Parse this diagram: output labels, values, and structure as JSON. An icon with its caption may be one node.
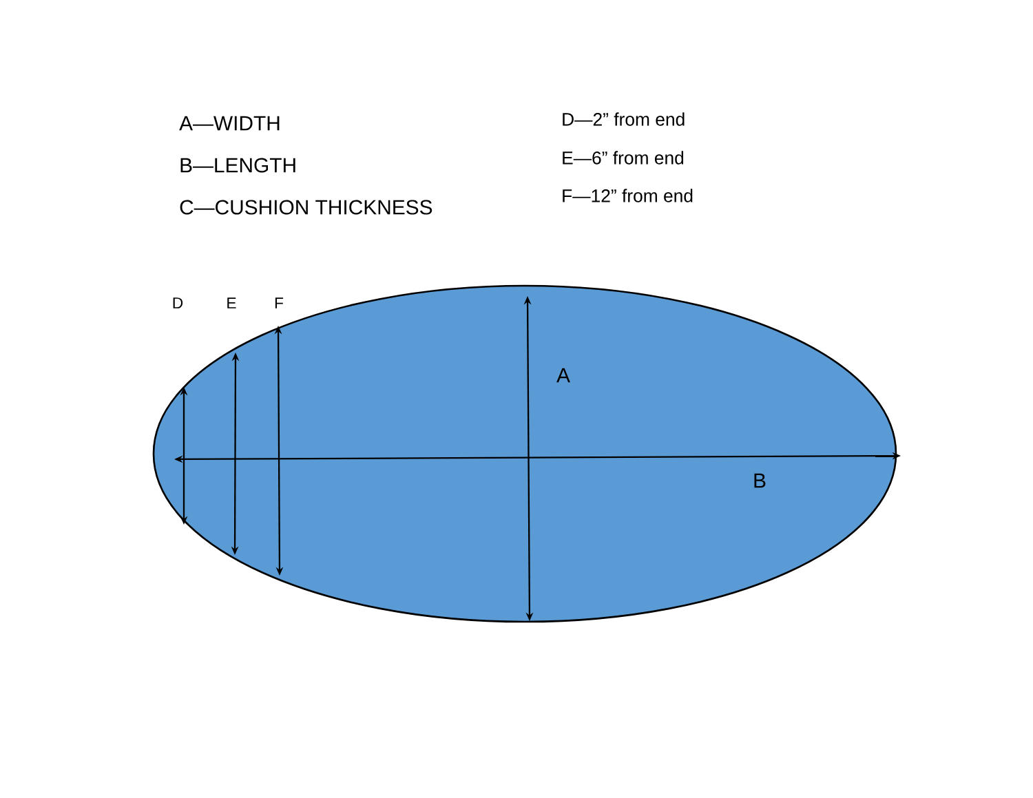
{
  "diagram": {
    "nodes": [
      {
        "text": [],
        "shape": "ellipse"
      }
    ],
    "labels": [
      "A—WIDTH",
      "D—2” from end",
      "B—LENGTH",
      "E—6” from end",
      "C—CUSHION THICKNESS",
      "F—12” from end",
      "D",
      "E",
      "F",
      "A",
      "B"
    ]
  }
}
